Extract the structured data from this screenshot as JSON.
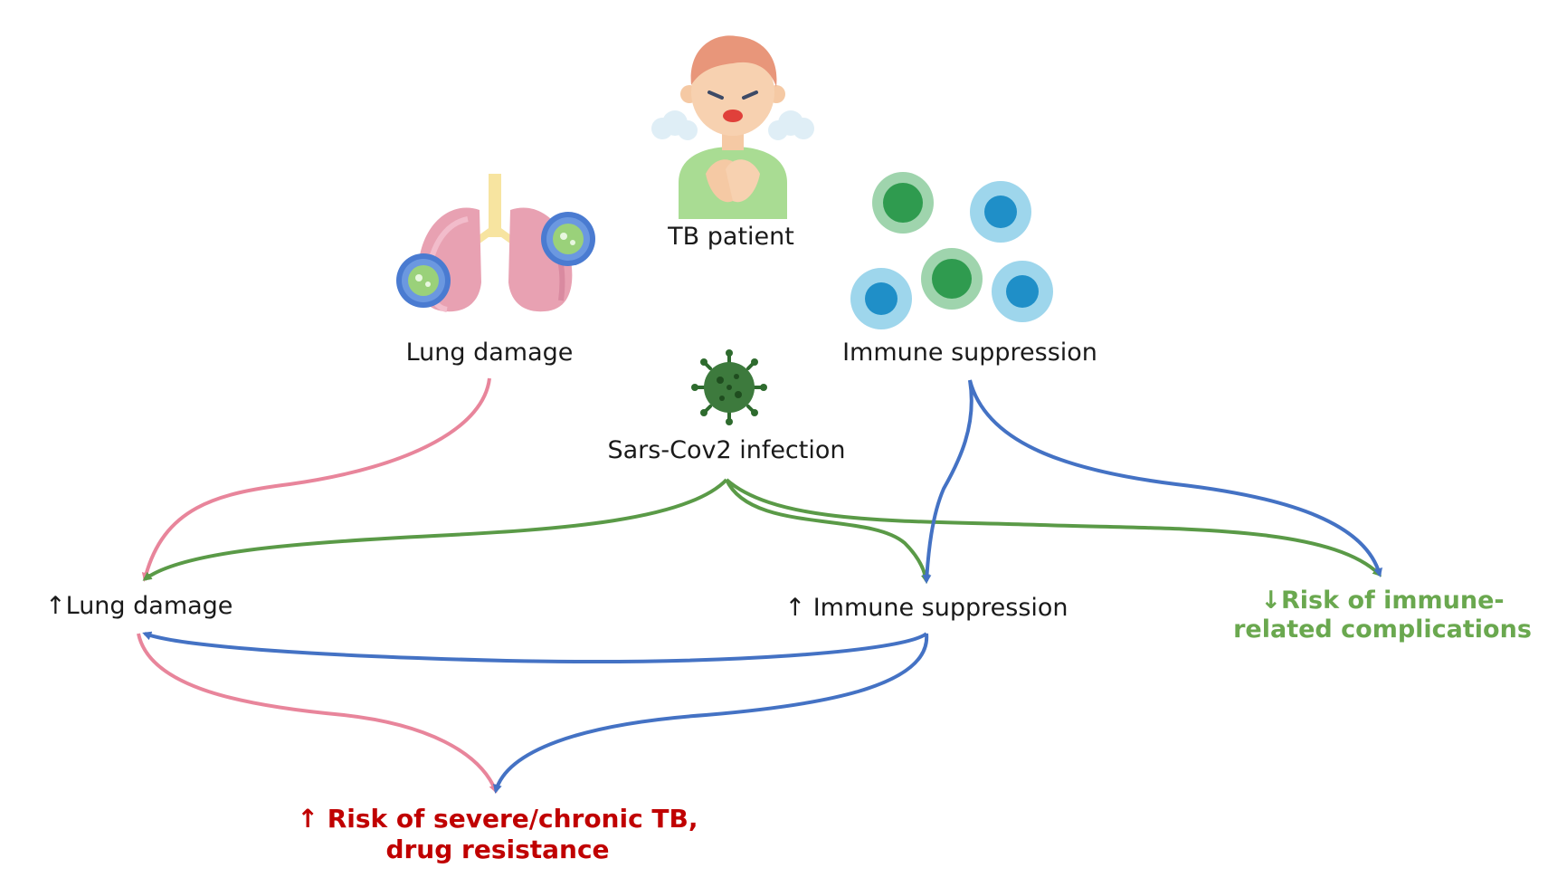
{
  "nodes": {
    "tb_patient": "TB patient",
    "lung_damage": "Lung damage",
    "immune_suppression": "Immune suppression",
    "sars_cov2": "Sars-Cov2 infection",
    "up_lung_damage": "↑Lung damage",
    "up_immune_suppression": "↑ Immune suppression",
    "down_risk_line1": "↓Risk of immune-",
    "down_risk_line2": "related complications",
    "up_risk_line1": "↑ Risk of severe/chronic TB,",
    "up_risk_line2": "drug resistance"
  },
  "icons": {
    "patient": "sick-person-icon",
    "lungs": "infected-lungs-icon",
    "cells": "immune-cells-icon",
    "virus": "coronavirus-icon"
  },
  "colors": {
    "pink_arrow": "#e8859b",
    "green_arrow": "#5a9a47",
    "blue_arrow": "#4472c4",
    "green_text": "#6aa84f",
    "red_text": "#c00000"
  }
}
